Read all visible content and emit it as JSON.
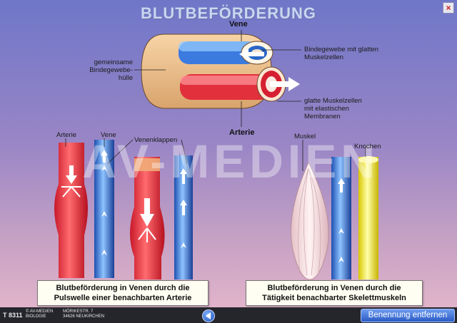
{
  "title": "BLUTBEFÖRDERUNG",
  "close_label": "×",
  "watermark": "AV-MEDIEN",
  "top_diagram": {
    "vene": "Vene",
    "arterie": "Arterie",
    "huelle": "gemeinsame Bindegewebe- hülle",
    "bindegewebe": "Bindegewebe mit glatten Muskelzellen",
    "glatte": "glatte Muskelzellen mit elastischen Membranen"
  },
  "left_panel": {
    "arterie": "Arterie",
    "vene": "Vene",
    "klappen": "Venenklappen",
    "caption_line1": "Blutbeförderung in Venen durch die",
    "caption_line2": "Pulswelle einer benachbarten Arterie"
  },
  "right_panel": {
    "muskel": "Muskel",
    "knochen": "Knochen",
    "caption_line1": "Blutbeförderung in Venen durch die",
    "caption_line2": "Tätigkeit benachbarter Skelettmuskeln"
  },
  "footer": {
    "code": "T 8311",
    "copyright_line1": "© AV-MEDIEN",
    "copyright_line2": "BIOLOGIE",
    "address_line1": "MÖRIKESTR. 7",
    "address_line2": "34626 NEUKIRCHEN",
    "nav_icon": "arrow-left-icon",
    "remove_button": "Benennung entfernen"
  },
  "colors": {
    "artery": "#e8323a",
    "vein": "#2f6fd0",
    "bone": "#f2e21a",
    "muscle": "#f2d9dc"
  }
}
